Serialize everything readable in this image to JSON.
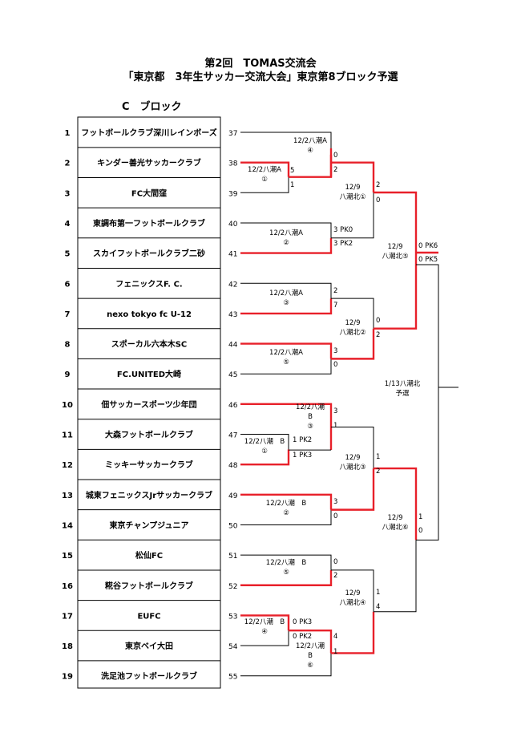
{
  "header": {
    "line1": "第2回　TOMAS交流会",
    "line2": "「東京都　3年生サッカー交流大会」東京第8ブロック予選",
    "block": "C　ブロック"
  },
  "colors": {
    "win": "#e8202a",
    "line": "#000000"
  },
  "teams": [
    {
      "no": "1",
      "name": "フットボールクラブ深川レインボーズ",
      "seed": "37"
    },
    {
      "no": "2",
      "name": "キンダー善光サッカークラブ",
      "seed": "38"
    },
    {
      "no": "3",
      "name": "FC大間窪",
      "seed": "39"
    },
    {
      "no": "4",
      "name": "東調布第一フットボールクラブ",
      "seed": "40"
    },
    {
      "no": "5",
      "name": "スカイフットボールクラブ二砂",
      "seed": "41"
    },
    {
      "no": "6",
      "name": "フェニックスF. C.",
      "seed": "42"
    },
    {
      "no": "7",
      "name": "nexo tokyo fc U-12",
      "seed": "43"
    },
    {
      "no": "8",
      "name": "スポーカル六本木SC",
      "seed": "44"
    },
    {
      "no": "9",
      "name": "FC.UNITED大崎",
      "seed": "45"
    },
    {
      "no": "10",
      "name": "佃サッカースポーツ少年団",
      "seed": "46"
    },
    {
      "no": "11",
      "name": "大森フットボールクラブ",
      "seed": "47"
    },
    {
      "no": "12",
      "name": "ミッキーサッカークラブ",
      "seed": "48"
    },
    {
      "no": "13",
      "name": "城東フェニックスJrサッカークラブ",
      "seed": "49"
    },
    {
      "no": "14",
      "name": "東京チャンプジュニア",
      "seed": "50"
    },
    {
      "no": "15",
      "name": "松仙FC",
      "seed": "51"
    },
    {
      "no": "16",
      "name": "糀谷フットボールクラブ",
      "seed": "52"
    },
    {
      "no": "17",
      "name": "EUFC",
      "seed": "53"
    },
    {
      "no": "18",
      "name": "東京ベイ大田",
      "seed": "54"
    },
    {
      "no": "19",
      "name": "洗足池フットボールクラブ",
      "seed": "55"
    }
  ],
  "match_labels": {
    "m1": [
      "12/2八潮A",
      "①"
    ],
    "m2": [
      "12/2八潮A",
      "②"
    ],
    "m3": [
      "12/2八潮A",
      "③"
    ],
    "m4": [
      "12/2八潮A",
      "④"
    ],
    "m5": [
      "12/2八潮A",
      "⑤"
    ],
    "m6": [
      "12/2八潮　B",
      "①"
    ],
    "m7": [
      "12/2八潮　B",
      "②"
    ],
    "m8": [
      "12/2八潮",
      "B",
      "③"
    ],
    "m9": [
      "12/2八潮　B",
      "④"
    ],
    "m10": [
      "12/2八潮　B",
      "⑤"
    ],
    "m11": [
      "12/2八潮",
      "B",
      "⑥"
    ],
    "r2a": [
      "12/9",
      "八潮北①"
    ],
    "r2b": [
      "12/9",
      "八潮北②"
    ],
    "r2c": [
      "12/9",
      "八潮北③"
    ],
    "r2d": [
      "12/9",
      "八潮北④"
    ],
    "r3a": [
      "12/9",
      "八潮北⑤"
    ],
    "r3b": [
      "12/9",
      "八潮北⑥"
    ],
    "final": [
      "1/13八潮北",
      "予選"
    ]
  },
  "scores": {
    "m1": [
      "5",
      "1"
    ],
    "m4": [
      "0",
      "2"
    ],
    "m2": [
      "3 PK0",
      "3 PK2"
    ],
    "m3": [
      "2",
      "7"
    ],
    "m5": [
      "3",
      "0"
    ],
    "r2a": [
      "2",
      "0"
    ],
    "r2b": [
      "0",
      "2"
    ],
    "r3a": [
      "0 PK6",
      "0 PK5"
    ],
    "m8": [
      "3",
      "1"
    ],
    "m6": [
      "1 PK2",
      "1 PK3"
    ],
    "m7": [
      "3",
      "0"
    ],
    "r2c": [
      "1",
      "2"
    ],
    "m10": [
      "0",
      "2"
    ],
    "m9": [
      "0 PK3",
      "0 PK2"
    ],
    "m11": [
      "4",
      "1"
    ],
    "r2d": [
      "1",
      "4"
    ],
    "r3b": [
      "1",
      "0"
    ]
  }
}
